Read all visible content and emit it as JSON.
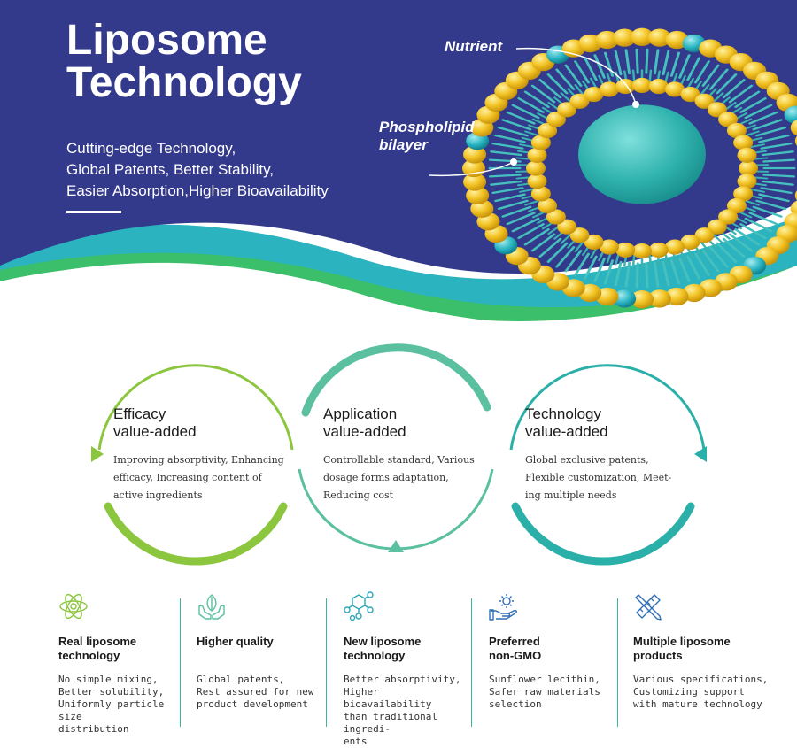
{
  "hero": {
    "title_line1": "Liposome",
    "title_line2": "Technology",
    "tagline": [
      "Cutting-edge Technology,",
      "Global Patents, Better Stability,",
      "Easier Absorption,Higher Bioavailability"
    ],
    "label_nutrient": "Nutrient",
    "label_phospholipid_1": "Phospholipid",
    "label_phospholipid_2": "bilayer",
    "colors": {
      "navy": "#33398b",
      "teal": "#2bb3c0",
      "green": "#3bbf6a",
      "bead": "#f2c324",
      "mol": "#46c0bd"
    }
  },
  "circles": [
    {
      "title1": "Efficacy",
      "title2": "value-added",
      "body": [
        "Improving absorptivity, Enhancing",
        "efficacy, Increasing content of",
        "active ingredients"
      ],
      "color": "#8cc63f"
    },
    {
      "title1": "Application",
      "title2": "value-added",
      "body": [
        "Controllable standard, Various",
        "dosage forms adaptation,",
        "Reducing cost"
      ],
      "color": "#5ac0a0"
    },
    {
      "title1": "Technology",
      "title2": "value-added",
      "body": [
        "Global exclusive patents,",
        "Flexible customization, Meet-",
        "ing multiple needs"
      ],
      "color": "#2ab0a8"
    }
  ],
  "features": [
    {
      "icon": "atom-icon",
      "title": [
        "Real liposome",
        "technology"
      ],
      "body": [
        "No simple mixing,",
        "Better solubility,",
        "Uniformly particle size",
        "distribution"
      ]
    },
    {
      "icon": "hands-leaf-icon",
      "title": [
        "Higher quality"
      ],
      "body": [
        "Global patents,",
        "Rest assured for new",
        "product development"
      ]
    },
    {
      "icon": "molecule-icon",
      "title": [
        "New liposome",
        "technology"
      ],
      "body": [
        "Better absorptivity,",
        "Higher bioavailability",
        "than traditional ingredi-",
        "ents"
      ]
    },
    {
      "icon": "gear-hand-icon",
      "title": [
        "Preferred",
        "non-GMO"
      ],
      "body": [
        "Sunflower lecithin,",
        "Safer raw materials",
        "selection"
      ]
    },
    {
      "icon": "pencil-ruler-icon",
      "title": [
        "Multiple liposome",
        "products"
      ],
      "body": [
        "Various specifications,",
        "Customizing support",
        "with mature technology"
      ]
    }
  ]
}
